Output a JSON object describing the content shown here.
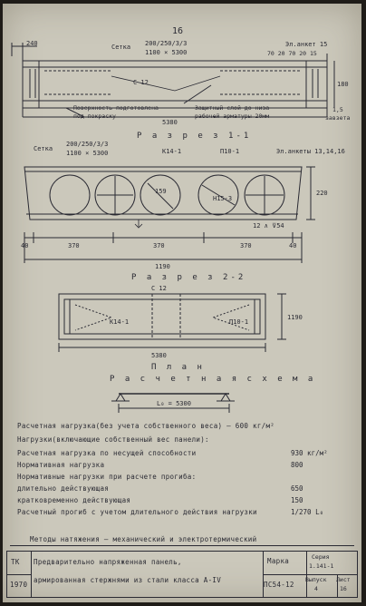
{
  "page_number": "16",
  "elevation": {
    "dim_left": "240",
    "rebar_label": "Сетка",
    "rebar_spec_1": "200/250/3/3",
    "rebar_spec_2": "1100 × 5300",
    "embed_label": "Эл.анкет 15",
    "embed_dims": "70 20 70 20 15",
    "c12": "С 12",
    "note_surface_1": "Поверхность подготовлена",
    "note_surface_2": "под покраску",
    "note_cover_1": "Защитный слой до низа",
    "note_cover_2": "рабочей арматуры 20мм",
    "note_right_1": "1,5",
    "note_right_2": "завзета",
    "length": "5380",
    "height": "180"
  },
  "section_1": {
    "title": "Р а з р е з 1-1",
    "rebar_label": "Сетка",
    "rebar_spec_1": "200/250/3/3",
    "rebar_spec_2": "1100 × 5300",
    "k14": "К14-1",
    "p10": "П10-1",
    "embed": "Эл.анкеты 13,14,16",
    "bar_159": "159",
    "n15": "Н15-3",
    "bars": "12 ∧ ⊽54",
    "height": "220",
    "dim_40_left": "40",
    "dim_370_a": "370",
    "dim_370_b": "370",
    "dim_370_c": "370",
    "dim_40_right": "40",
    "width_total": "1190"
  },
  "section_2": {
    "title": "Р а з р е з 2-2",
    "c12": "С 12",
    "k14": "К14-1",
    "p10": "П10-1",
    "length": "5380",
    "width": "1190"
  },
  "plan": {
    "title": "П л а н",
    "scheme_title": "Р а с ч е т н а я  с х е м а",
    "span": "L₀ = 5300"
  },
  "loads": {
    "calc_load": "Расчетная нагрузка(без учета собственного веса) — 600 кг/м²",
    "header": "Нагрузки(включающие собственный вес панели):",
    "rows": [
      {
        "label": "Расчетная нагрузка по несущей способности",
        "value": "930 кг/м²"
      },
      {
        "label": "Нормативная нагрузка",
        "value": "800"
      },
      {
        "label": "Нормативные нагрузки при расчете прогиба:",
        "value": ""
      },
      {
        "label": "длительно действующая",
        "value": "650"
      },
      {
        "label": "кратковременно действующая",
        "value": "150"
      },
      {
        "label": "Расчетный прогиб с учетом длительного действия нагрузки",
        "value": "1/270 L₀"
      }
    ]
  },
  "method": "Методы натяжения — механический и электротермический",
  "title_block": {
    "code_top": "ТК",
    "code_bottom": "1970",
    "desc_1": "Предварительно напряженная панель,",
    "desc_2": "армированная стержнями из стали класса А-IV",
    "mark_label": "Марка",
    "mark_value": "ПС54-12",
    "series_label": "Серия",
    "series_value": "1.141-1",
    "issue_label": "Выпуск",
    "issue_value": "4",
    "sheet_label": "Лист",
    "sheet_value": "16"
  }
}
